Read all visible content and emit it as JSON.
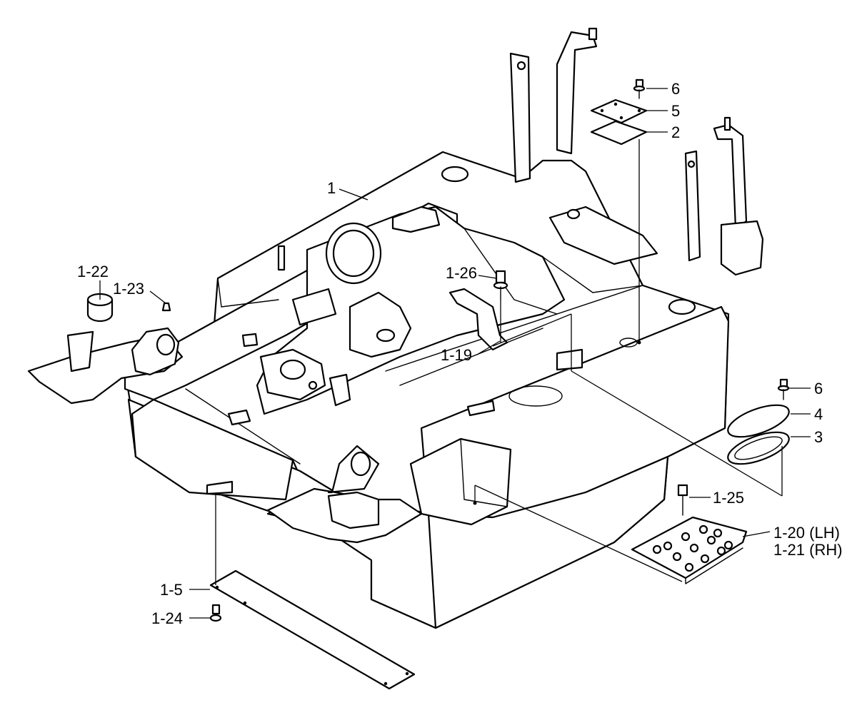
{
  "colors": {
    "line": "#000000",
    "paper": "#ffffff"
  },
  "callouts": {
    "c1": "1",
    "c6a": "6",
    "c5": "5",
    "c2": "2",
    "c1_22": "1-22",
    "c1_23": "1-23",
    "c1_26": "1-26",
    "c1_19": "1-19",
    "c6b": "6",
    "c4": "4",
    "c3": "3",
    "c1_25": "1-25",
    "c1_20": "1-20 (LH)",
    "c1_21": "1-21 (RH)",
    "c1_5": "1-5",
    "c1_24": "1-24"
  }
}
